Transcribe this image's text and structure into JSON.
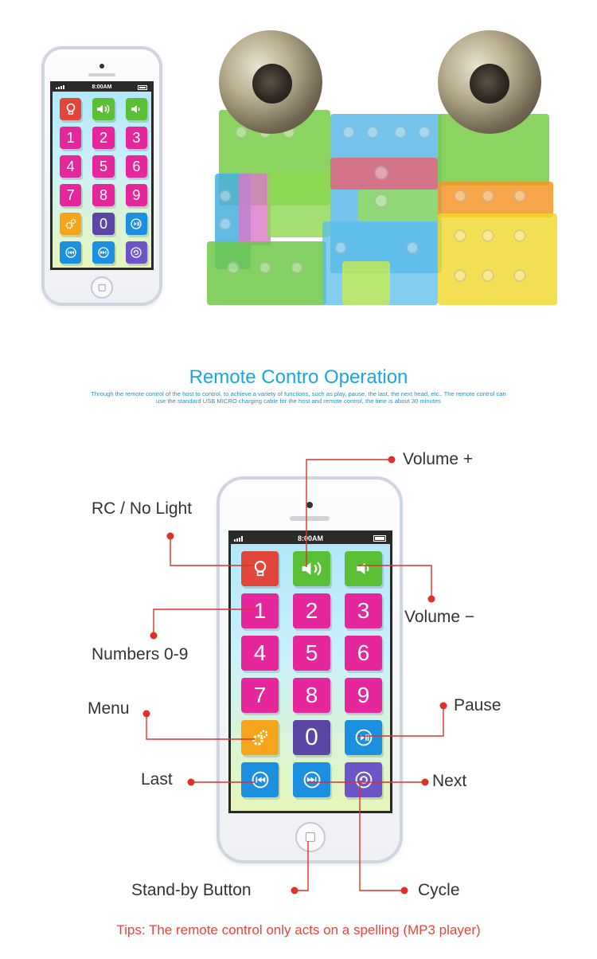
{
  "phone_small": {
    "time": "8:00AM",
    "keys": [
      "bulb-icon",
      "volume-up-icon",
      "volume-down-icon",
      "1",
      "2",
      "3",
      "4",
      "5",
      "6",
      "7",
      "8",
      "9",
      "gear-icon",
      "0",
      "play-pause-icon",
      "previous-icon",
      "next-icon",
      "cycle-icon"
    ]
  },
  "heading": {
    "title": "Remote Contro Operation",
    "description_line1": "Through the remote control of the host to  control, to achieve a variety of functions, such as play, pause, the last, the next head, etc.. The remote control can",
    "description_line2": "use the standard USB MICRO charging cable for the host and remote control, the time is about 30 minutes"
  },
  "phone_large": {
    "time": "8:00AM",
    "digits": [
      "1",
      "2",
      "3",
      "4",
      "5",
      "6",
      "7",
      "8",
      "9",
      "0"
    ]
  },
  "callouts": {
    "volume_up": "Volume +",
    "rc_no_light": "RC / No Light",
    "volume_down": "Volume −",
    "numbers": "Numbers 0-9",
    "menu": "Menu",
    "pause": "Pause",
    "last": "Last",
    "next": "Next",
    "standby": "Stand-by Button",
    "cycle": "Cycle"
  },
  "tips": "Tips: The remote control only acts on a spelling (MP3 player)",
  "colors": {
    "title": "#19a7e0",
    "callout_line": "#e0302a",
    "tips": "#e8453c"
  }
}
